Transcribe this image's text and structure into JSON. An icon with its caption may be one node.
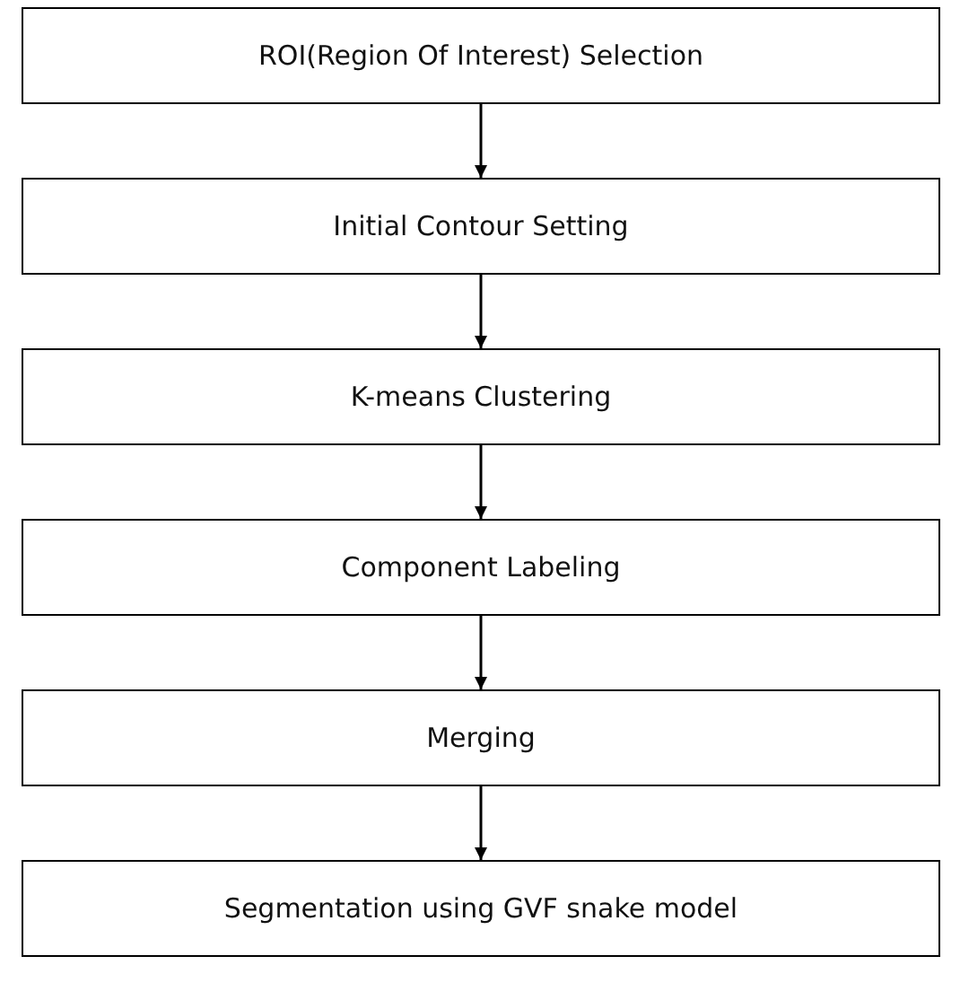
{
  "diagram": {
    "nodes": [
      {
        "text": [
          "ROI(Region Of Interest) Selection"
        ]
      },
      {
        "text": [
          "Initial Contour Setting"
        ]
      },
      {
        "text": [
          "K-means Clustering"
        ]
      },
      {
        "text": [
          "Component Labeling"
        ]
      },
      {
        "text": [
          "Merging"
        ]
      },
      {
        "text": [
          "Segmentation using GVF snake model"
        ]
      }
    ],
    "edges": [
      {
        "from": 0,
        "to": 1,
        "arrow": "to"
      },
      {
        "from": 1,
        "to": 2,
        "arrow": "to"
      },
      {
        "from": 2,
        "to": 3,
        "arrow": "to"
      },
      {
        "from": 3,
        "to": 4,
        "arrow": "to"
      },
      {
        "from": 4,
        "to": 5,
        "arrow": "to"
      }
    ]
  }
}
